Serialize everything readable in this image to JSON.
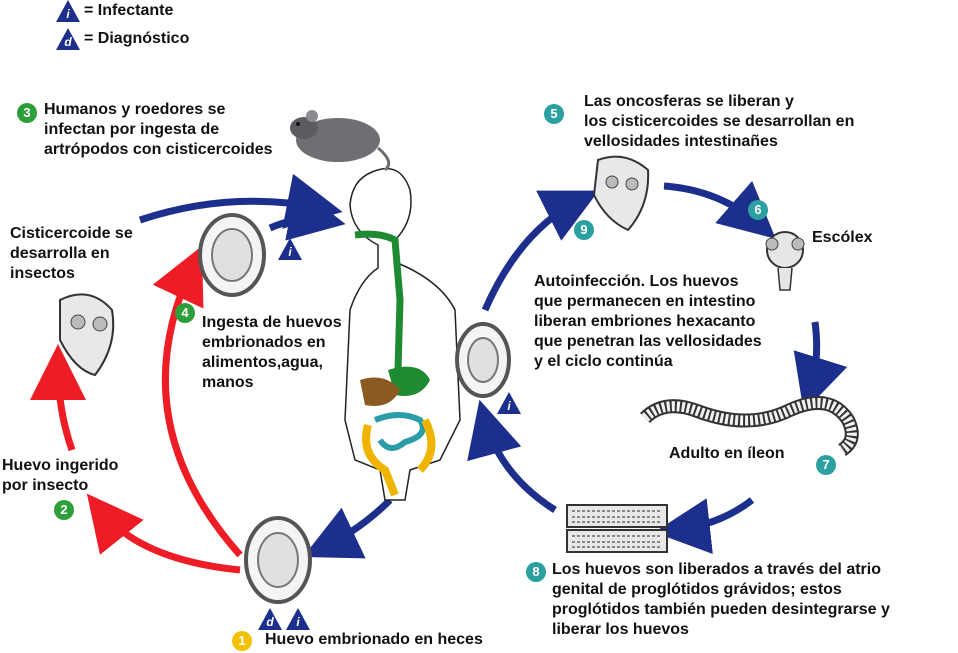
{
  "legend": {
    "infective_symbol": "i",
    "infective_label": "= Infectante",
    "diagnostic_symbol": "d",
    "diagnostic_label": "= Diagnóstico"
  },
  "steps": [
    {
      "num": "1",
      "text": "Huevo embrionado en heces"
    },
    {
      "num": "2",
      "text": "Huevo ingerido\npor insecto"
    },
    {
      "num": "3",
      "text": "Humanos y roedores se\ninfectan por ingesta de\nartrópodos con cisticercoides"
    },
    {
      "num": "4",
      "text": "Ingesta de huevos\nembrionados en\nalimentos,agua,\nmanos"
    },
    {
      "num": "5",
      "text": "Las oncosferas se liberan y\nlos cisticercoides se desarrollan en\nvellosidades intestinañes"
    },
    {
      "num": "6",
      "text": "Escólex"
    },
    {
      "num": "7",
      "text": "Adulto en íleon"
    },
    {
      "num": "8",
      "text": "Los huevos son liberados a través del atrio\ngenital de proglótidos grávidos; estos\nproglótidos también pueden desintegrarse y\nliberar los huevos"
    },
    {
      "num": "9",
      "text": ""
    }
  ],
  "cysticercoid_label": "Cisticercoide se\ndesarrolla en\ninsectos",
  "autoinfection_text": "Autoinfección. Los huevos\nque permanecen en intestino\nliberan embriones hexacanto\nque penetran las vellosidades\ny el ciclo continúa",
  "colors": {
    "arrow_blue": "#1c2f8c",
    "arrow_red": "#ee1c25",
    "badge_green": "#2e9e3a",
    "badge_teal": "#2c9fa0",
    "badge_yellow": "#f2c200"
  },
  "icons": [
    "rat-icon",
    "human-silhouette-icon",
    "egg-icon",
    "cysticercoid-icon",
    "scolex-icon",
    "adult-worm-icon",
    "proglottid-icon"
  ]
}
